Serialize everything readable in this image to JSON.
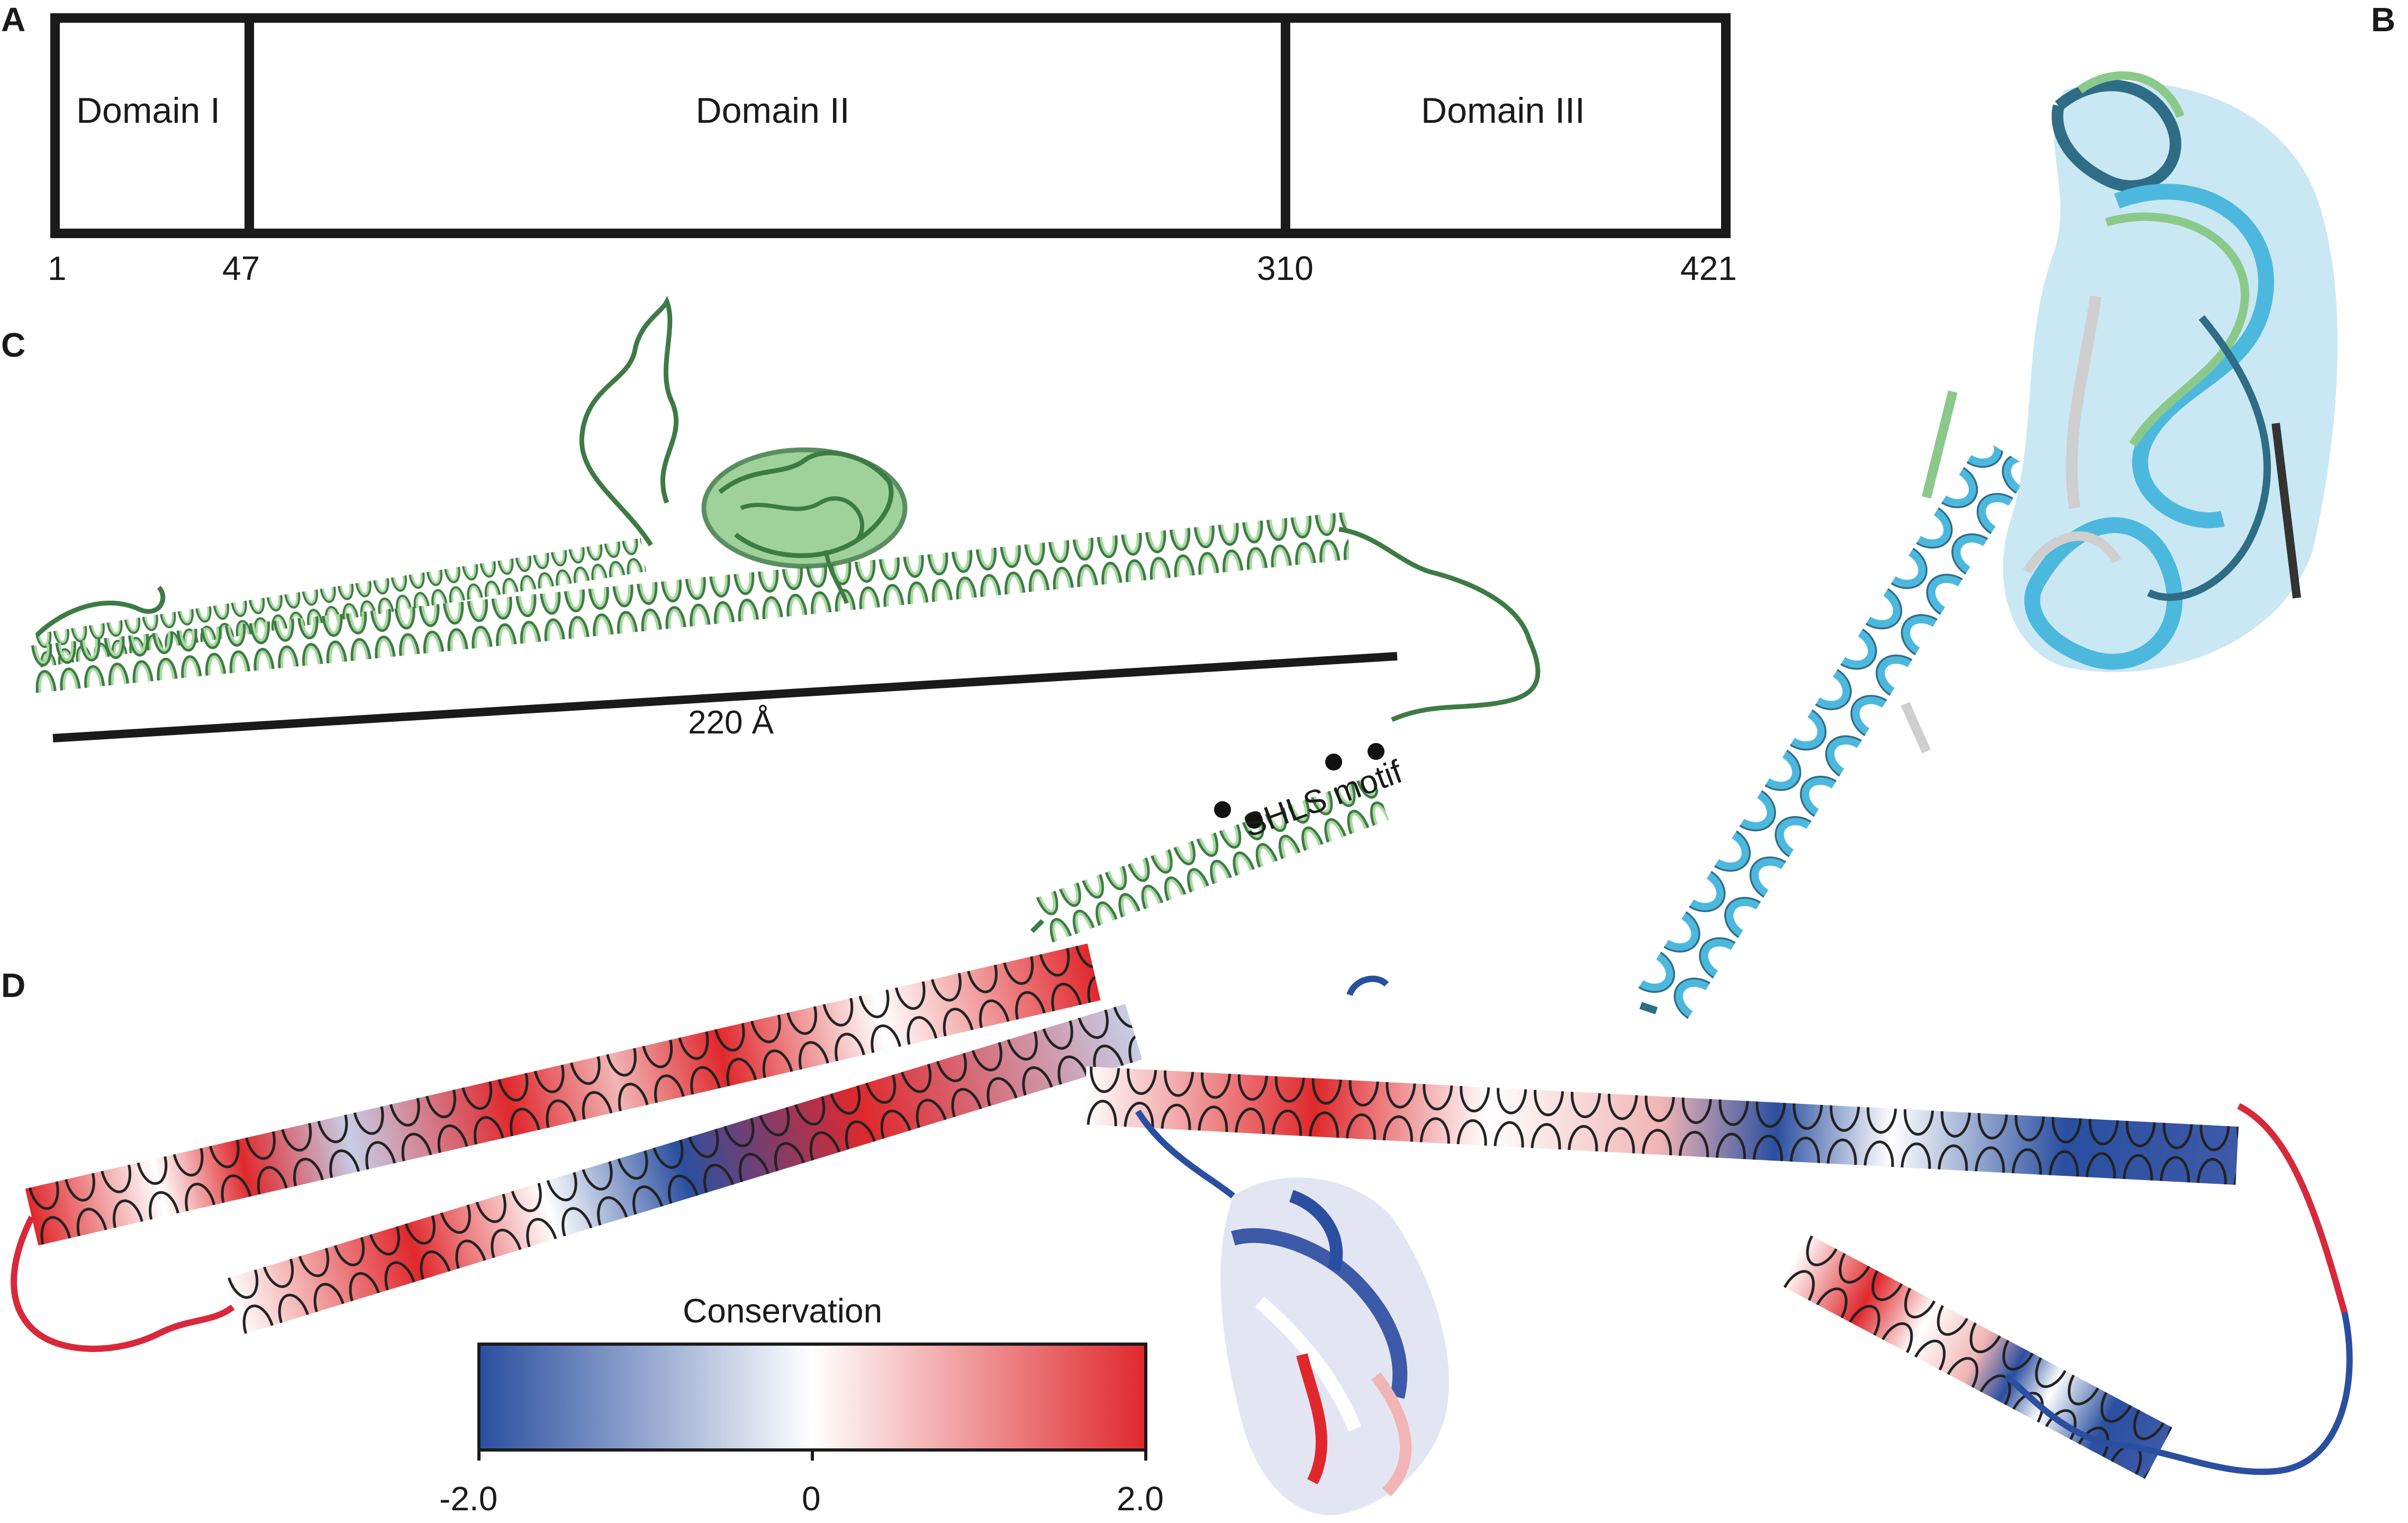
{
  "panels": {
    "a": "A",
    "b": "B",
    "c": "C",
    "d": "D"
  },
  "domain_map": {
    "domains": [
      "Domain I",
      "Domain II",
      "Domain III"
    ],
    "positions": [
      "1",
      "47",
      "310",
      "421"
    ]
  },
  "panel_c": {
    "scale_label": "220 Å",
    "motif_label": "SHLS motif",
    "colors": {
      "helix": "#8fcb8a",
      "helix_edge": "#3e7a44",
      "motif": "#111111"
    }
  },
  "panel_b": {
    "colors": {
      "cyan": "#4db8dd",
      "green": "#8bc98a",
      "gray": "#cfcfcf",
      "edge": "#2f6c86"
    }
  },
  "panel_d": {
    "colorbar_title": "Conservation",
    "ticks": [
      "-2.0",
      "0",
      "2.0"
    ],
    "colors": {
      "low": "#2a4fa0",
      "mid": "#ffffff",
      "high": "#e0282c"
    }
  }
}
